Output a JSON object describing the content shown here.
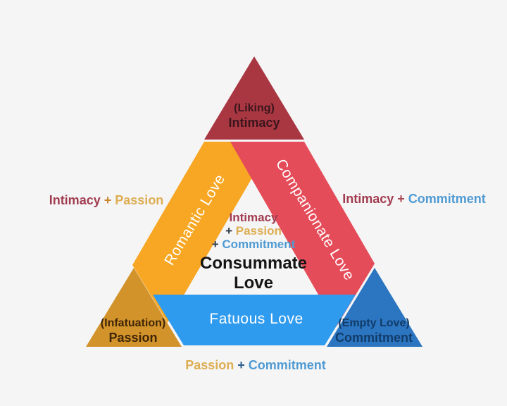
{
  "corners": {
    "top": {
      "sub": "(Liking)",
      "label": "Intimacy"
    },
    "bottom_left": {
      "sub": "(Infatuation)",
      "label": "Passion"
    },
    "bottom_right": {
      "sub": "(Empty Love)",
      "label": "Commitment"
    }
  },
  "bands": {
    "left": "Romantic Love",
    "right": "Companionate Love",
    "bottom": "Fatuous Love"
  },
  "center": {
    "component1": "Intimacy",
    "plus": "+",
    "component2": "Passion",
    "component3": "Commitment",
    "title_line1": "Consummate",
    "title_line2": "Love"
  },
  "outer_labels": {
    "left": {
      "a": "Intimacy",
      "plus": "+",
      "b": "Passion"
    },
    "right": {
      "a": "Intimacy",
      "plus": "+",
      "b": "Commitment"
    },
    "bottom": {
      "a": "Passion",
      "plus": "+",
      "b": "Commitment"
    }
  },
  "colors": {
    "background": "#F5F5F6",
    "intimacy_triangle": "#A93742",
    "passion_triangle": "#D3932B",
    "commitment_triangle": "#2B75C1",
    "romantic_band": "#F7A723",
    "companionate_band": "#E54C59",
    "fatuous_band": "#2F9BEE",
    "intimacy_text": "#A23C50",
    "passion_text": "#DDAD50",
    "commitment_text": "#4F9AD2",
    "title_text": "#151515"
  }
}
